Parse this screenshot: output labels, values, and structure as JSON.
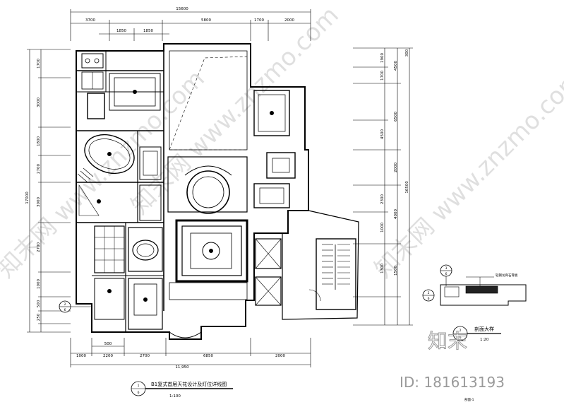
{
  "dimensions": {
    "top_overall": "15600",
    "top_row": [
      "3700",
      "5800",
      "1700",
      "2000"
    ],
    "top_sub": [
      "1850",
      "1850"
    ],
    "bottom_row": [
      "2200",
      "2700",
      "6850",
      "2000"
    ],
    "bottom_small": "500",
    "bottom_first": "1000",
    "bottom_overall": "11,950",
    "left_overall": "17000",
    "left_segments": [
      "1700",
      "3000",
      "1800",
      "2700",
      "3000",
      "2700",
      "1000",
      "500",
      "250"
    ],
    "right_overall": "16500",
    "right_segments": [
      "4500",
      "6500",
      "2000",
      "4000",
      "1500"
    ],
    "right_inner": [
      "1900",
      "1700",
      "4500",
      "2300",
      "1000",
      "1300"
    ],
    "right_top_small": "300"
  },
  "title_block": {
    "bubble_top": "1",
    "bubble_bottom": "6",
    "title": "B1复式首层天花设计及灯位详线图",
    "scale": "1:100"
  },
  "section_marker": {
    "top": "2",
    "bottom": "6"
  },
  "detail": {
    "bubble_a_top": "3",
    "bubble_a_bottom": "6",
    "bubble_b_top": "2",
    "bubble_b_bottom": "6",
    "title": "剖面大样",
    "scale": "1:20",
    "leader_note": "轻钢龙骨石膏板",
    "footer": "剖面-1"
  },
  "watermark": {
    "logo": "知末",
    "id_label": "ID: 181613193",
    "site_text": "知末网 www.znzmo.com"
  }
}
